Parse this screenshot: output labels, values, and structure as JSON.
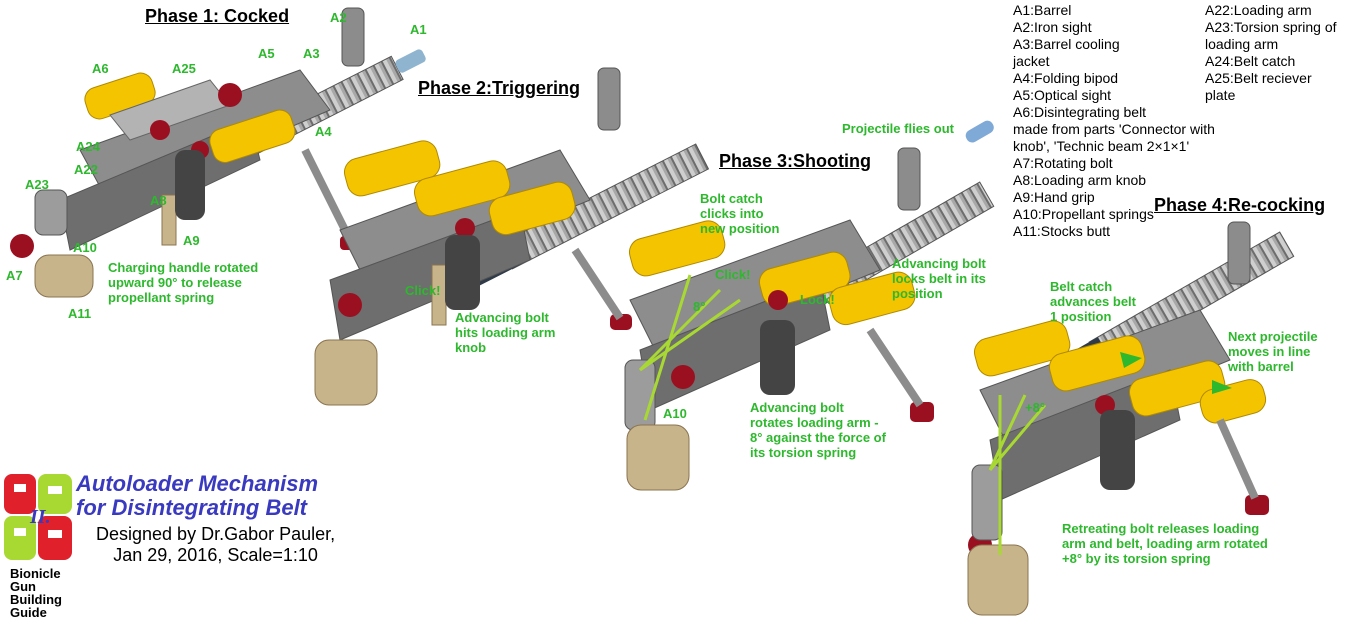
{
  "phases": {
    "p1": "Phase 1: Cocked",
    "p2": "Phase 2:Triggering",
    "p3": "Phase 3:Shooting",
    "p4": "Phase 4:Re-cocking"
  },
  "legend_left": [
    "A1:Barrel",
    "A2:Iron sight",
    "A3:Barrel cooling",
    "jacket",
    "A4:Folding bipod",
    "A5:Optical sight",
    "A6:Disintegrating belt",
    "made from parts 'Connector with",
    "knob', 'Technic beam 2×1×1'",
    "A7:Rotating bolt",
    "A8:Loading arm knob",
    "A9:Hand grip",
    "A10:Propellant springs",
    "A11:Stocks butt"
  ],
  "legend_right": [
    "A22:Loading arm",
    "A23:Torsion spring of",
    "loading arm",
    "A24:Belt catch",
    "A25:Belt reciever",
    "plate"
  ],
  "parts": {
    "A1": "A1",
    "A2": "A2",
    "A3": "A3",
    "A4": "A4",
    "A5": "A5",
    "A6": "A6",
    "A25": "A25",
    "A24": "A24",
    "A22": "A22",
    "A23": "A23",
    "A8": "A8",
    "A9": "A9",
    "A10": "A10",
    "A7": "A7",
    "A11": "A11",
    "A10b": "A10"
  },
  "annotations": {
    "charging": [
      "Charging handle rotated",
      "upward 90° to release",
      "propellant spring"
    ],
    "click1": "Click!",
    "hits": [
      "Advancing bolt",
      "hits loading arm",
      "knob"
    ],
    "flies": "Projectile flies out",
    "catch": [
      "Bolt catch",
      "clicks into",
      "new position"
    ],
    "click2": "Click!",
    "lock": "Lock!",
    "deg8": "8°",
    "locks": [
      "Advancing bolt",
      "locks belt in its",
      "position"
    ],
    "rotates": [
      "Advancing bolt",
      "rotates loading arm -",
      "8° against the force of",
      "its torsion spring"
    ],
    "advances": [
      "Belt catch",
      "advances belt",
      "1 position"
    ],
    "next": [
      "Next projectile",
      "moves in line",
      "with barrel"
    ],
    "plus8": "+8°",
    "retreating": [
      "Retreating bolt releases loading",
      "arm and belt, loading arm rotated",
      "+8° by its torsion spring"
    ]
  },
  "title": {
    "line1": "Autoloader Mechanism",
    "line2": "for Disintegrating Belt",
    "designed1": "Designed by Dr.Gabor Pauler,",
    "designed2": "Jan 29, 2016, Scale=1:10"
  },
  "logo": {
    "roman": "II.",
    "words": [
      "Bionicle",
      "Gun",
      "Building",
      "Guide"
    ]
  },
  "colors": {
    "label_green": "#2db82d",
    "title_blue": "#3a3ac0",
    "yellow": "#f5c400",
    "gray": "#9a9a9a",
    "dark": "#3a3a3a",
    "maroon": "#9b1020",
    "tan": "#c8b48a",
    "logo_red": "#e0202a",
    "logo_green": "#a8d832"
  }
}
